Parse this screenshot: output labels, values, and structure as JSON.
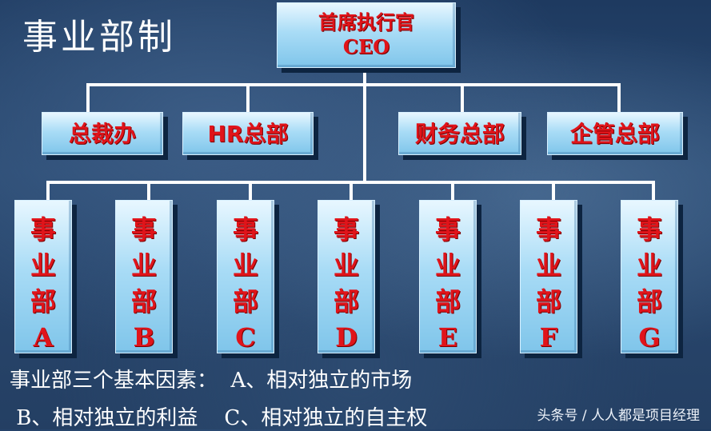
{
  "title": "事业部制",
  "ceo": {
    "line1": "首席执行官",
    "line2": "CEO"
  },
  "departments": [
    "总裁办",
    "HR总部",
    "财务总部",
    "企管总部"
  ],
  "units": [
    [
      "事",
      "业",
      "部",
      "A"
    ],
    [
      "事",
      "业",
      "部",
      "B"
    ],
    [
      "事",
      "业",
      "部",
      "C"
    ],
    [
      "事",
      "业",
      "部",
      "D"
    ],
    [
      "事",
      "业",
      "部",
      "E"
    ],
    [
      "事",
      "业",
      "部",
      "F"
    ],
    [
      "事",
      "业",
      "部",
      "G"
    ]
  ],
  "caption": {
    "line1": "事业部三个基本因素：  A、相对独立的市场",
    "line2": " B、相对独立的利益    C、相对独立的自主权"
  },
  "watermark": "头条号 / 人人都是项目经理",
  "colors": {
    "box_text": "#e0141a",
    "line": "#ffffff",
    "box_fill": "#a9dcf6"
  }
}
